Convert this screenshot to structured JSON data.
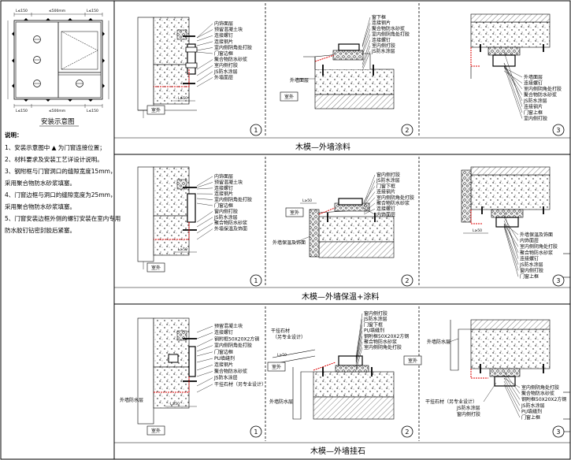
{
  "left_panel": {
    "schematic_title": "安装示意图",
    "dims_top": [
      "L≤150",
      "≤500mm",
      "L≤150"
    ],
    "dims_bottom": [
      "L≤150",
      "≤500mm",
      "L≤150"
    ],
    "notes_heading": "说明：",
    "notes": [
      "1、安装示意图中 ▲ 为门窗连接位置；",
      "2、材料要求及安装工艺详设计说明。",
      "3、钢附框与门窗洞口的缝隙宽度15mm，",
      "   采用聚合物防水砂浆填塞。",
      "4、门窗边框与洞口的缝隙宽度为25mm，",
      "   采用聚合物防水砂浆填塞。",
      "5、门窗安装边框外侧的螺钉安装在室内专用",
      "   防水胶钉钻密封胶后紧塞。"
    ]
  },
  "rows": [
    {
      "caption": "木模—外墙涂料",
      "d1": {
        "labels": [
          "内饰面层",
          "预留混凝土块",
          "连接螺钉",
          "连接钢片",
          "室内侧阴角处打胶",
          "门窗边框",
          "聚合物防水砂浆",
          "室内侧打胶",
          "JS防水涂层",
          "外墙面层"
        ],
        "room": "室外",
        "dim": "L≥50",
        "num": "1"
      },
      "d2": {
        "labels": [
          "窗下框",
          "连接钢片",
          "聚合物防水砂浆",
          "室内侧阴角处打胶",
          "连接螺钉",
          "室内侧打胶",
          "JS防水涂层"
        ],
        "bottom": "外墙面层",
        "room": "室外",
        "num": "2"
      },
      "d3": {
        "labels": [
          "外墙面层",
          "连接螺钉",
          "室内侧阴角处打胶",
          "聚合物防水砂浆",
          "JS防水涂层",
          "连接钢片",
          "门窗上框",
          "室内侧打胶"
        ],
        "num": "3"
      }
    },
    {
      "caption": "木模—外墙保温+涂料",
      "d1": {
        "labels": [
          "内饰面层",
          "预留混凝土块",
          "连接螺钉",
          "连接钢片",
          "室内侧阴角处打胶",
          "门窗边框",
          "窗内侧打胶",
          "JS防水涂层",
          "聚合物防水砂浆",
          "外墙保温及饰面"
        ],
        "room": "室外",
        "dim": "L≥50",
        "num": "1"
      },
      "d2": {
        "labels": [
          "窗内侧打胶",
          "JS防水涂层",
          "门窗下框",
          "连接钢片",
          "室内侧阴角处打胶",
          "聚合物防水砂浆",
          "连接螺钉",
          "内饰面层"
        ],
        "left": "外墙保温及饰面",
        "room": "室外",
        "dim": "L≥50",
        "num": "2"
      },
      "d3": {
        "labels": [
          "外墙保温及饰面",
          "内饰面层",
          "室内侧阴角处打胶",
          "聚合物防水砂浆",
          "连接螺钉",
          "JS防水涂层",
          "窗内侧打胶",
          "门窗上框"
        ],
        "dim": "L≥50",
        "num": "3"
      }
    },
    {
      "caption": "木模—外墙挂石",
      "d1": {
        "labels": [
          "预留混凝土块",
          "连接螺钉",
          "钢附框50X20X2方钢",
          "室内侧阴角处打胶",
          "门窗边框",
          "PU填缝剂",
          "连接钢片",
          "聚合物防水砂浆",
          "JS防水涂层",
          "干挂石材（另专业设计）"
        ],
        "left": "外墙防水层",
        "room": "室外",
        "dim": "L≥50",
        "num": "1"
      },
      "d2": {
        "labels": [
          "窗内侧打胶",
          "JS防水涂层",
          "门窗下框",
          "PU填缝剂",
          "钢附框50X20X2方钢",
          "聚合物防水砂浆",
          "室内侧阴角处打胶"
        ],
        "left": [
          "干挂石材",
          "（另专业设计）"
        ],
        "bottom": "外墙防水层",
        "room": "室外",
        "dim": "L≥50",
        "num": "2"
      },
      "d3": {
        "labels": [
          "室内侧阴角处打胶",
          "聚合物防水砂浆",
          "钢附框50X20X2方钢",
          "JS防水涂层",
          "PU填缝剂",
          "门窗上框"
        ],
        "left_top": "外墙防水层",
        "left": [
          "干挂石材（另专业设计）",
          "JS防水涂层",
          "窗内侧打胶"
        ],
        "room": "室外",
        "num": "3"
      }
    }
  ]
}
